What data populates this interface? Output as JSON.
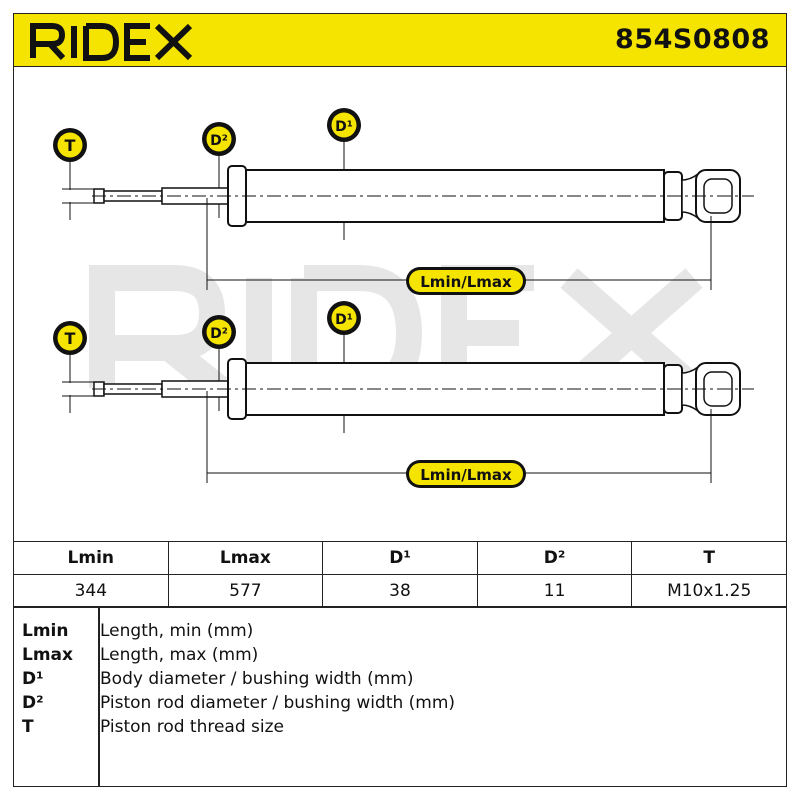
{
  "header": {
    "brand": "RIDEX",
    "part_number": "854S0808",
    "brand_color": "#f5e400"
  },
  "diagram": {
    "watermark": "RIDEX",
    "labels": {
      "t": "T",
      "d1": "D¹",
      "d2": "D²",
      "length": "Lmin/Lmax"
    }
  },
  "table": {
    "headers": [
      "Lmin",
      "Lmax",
      "D¹",
      "D²",
      "T"
    ],
    "values": [
      "344",
      "577",
      "38",
      "11",
      "M10x1.25"
    ]
  },
  "legend": [
    {
      "key": "Lmin",
      "desc": "Length, min (mm)"
    },
    {
      "key": "Lmax",
      "desc": "Length, max (mm)"
    },
    {
      "key": "D¹",
      "desc": "Body diameter / bushing width (mm)"
    },
    {
      "key": "D²",
      "desc": "Piston rod diameter / bushing width (mm)"
    },
    {
      "key": "T",
      "desc": "Piston rod thread size"
    }
  ]
}
